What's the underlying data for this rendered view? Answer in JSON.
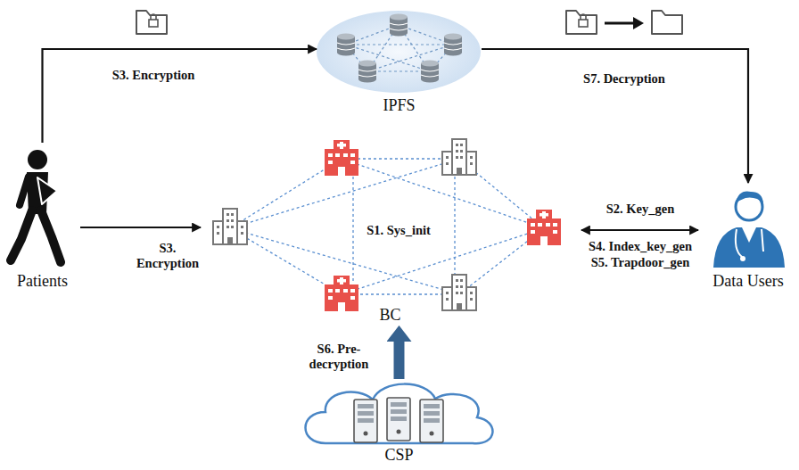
{
  "diagram": {
    "nodes": [
      {
        "text": [
          "IPFS"
        ]
      },
      {
        "text": [
          "Patients"
        ]
      },
      {
        "text": [
          "BC"
        ]
      },
      {
        "text": [
          "Data Users"
        ]
      },
      {
        "text": [
          "CSP"
        ]
      }
    ],
    "edges": [
      {
        "from": 1,
        "to": 0,
        "arrow": "to",
        "label": "S3. Encryption"
      },
      {
        "from": 1,
        "to": 2,
        "arrow": "to",
        "label": "S3. Encryption"
      },
      {
        "from": 0,
        "to": 3,
        "arrow": "to",
        "label": "S7. Decryption"
      },
      {
        "from": 2,
        "to": 3,
        "arrow": "both",
        "label": "S2. Key_gen"
      },
      {
        "from": 4,
        "to": 2,
        "arrow": "to",
        "label": "S6. Pre-decryption"
      }
    ],
    "labels": [
      "S1. Sys_init",
      "S4. Index_key_gen",
      "S5. Trapdoor_gen"
    ]
  }
}
